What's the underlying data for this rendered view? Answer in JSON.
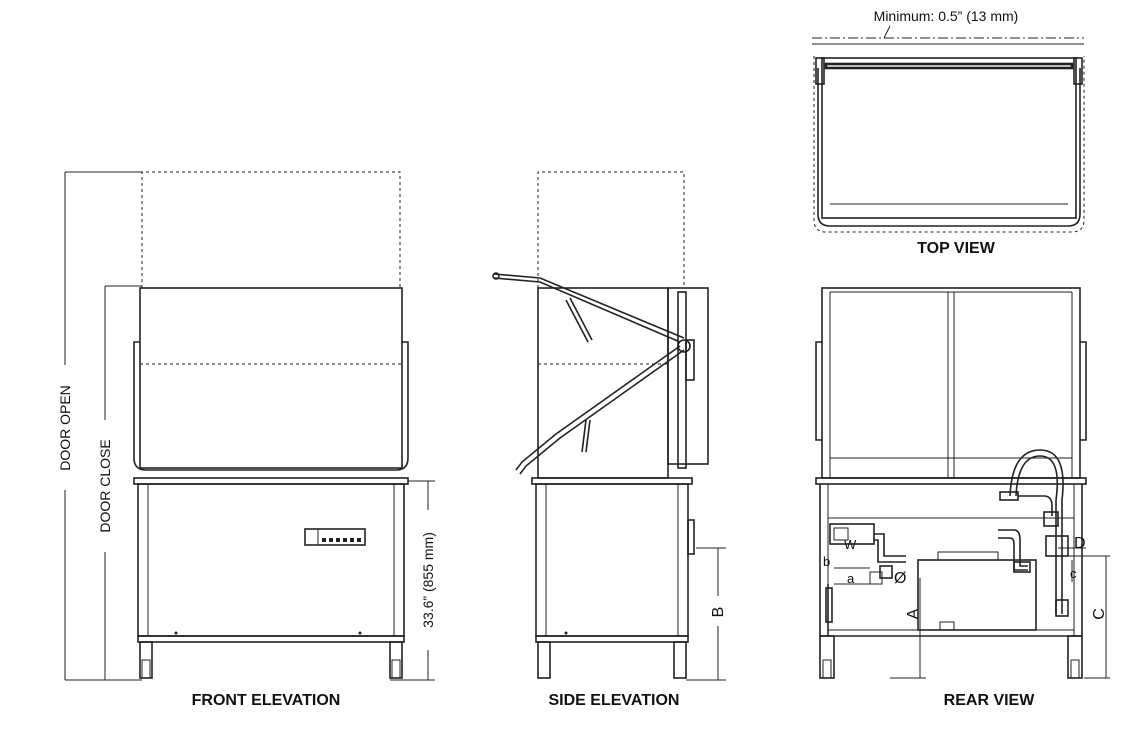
{
  "views": {
    "front": "FRONT ELEVATION",
    "side": "SIDE ELEVATION",
    "top": "TOP VIEW",
    "rear": "REAR VIEW"
  },
  "dimensions": {
    "door_open": "DOOR OPEN",
    "door_close": "DOOR CLOSE",
    "table_height": "33.6” (855 mm)",
    "min_clearance": "Minimum: 0.5” (13 mm)"
  },
  "labels": {
    "B": "B",
    "A": "A",
    "C": "C",
    "D": "D",
    "W": "W",
    "a": "a",
    "b": "b",
    "c": "c",
    "phi": "Ø"
  }
}
